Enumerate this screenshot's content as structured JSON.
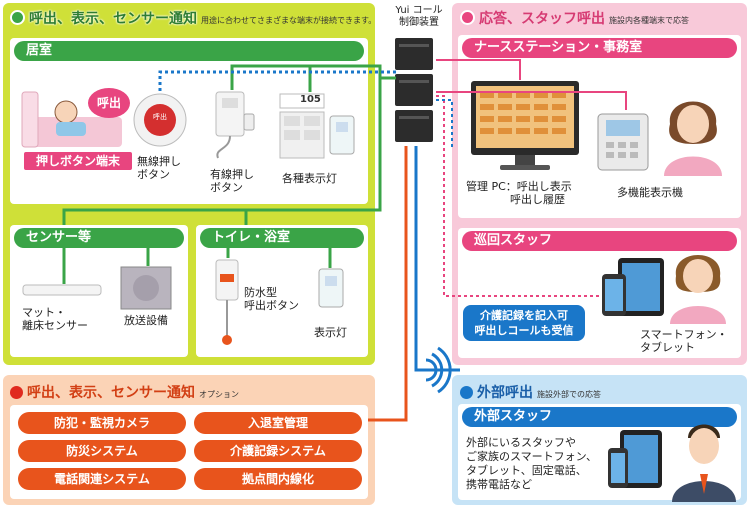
{
  "header_yui": "Yui コール\n制御装置",
  "left_panel": {
    "title": "呼出、表示、センサー通知",
    "subtitle": "用途に合わせてさまざまな端末が接続できます。",
    "room": {
      "title": "居室",
      "call_bubble": "呼出",
      "push_terminal": "押しボタン端末",
      "wireless_button": "無線押し\nボタン",
      "wired_button": "有線押し\nボタン",
      "display_lamp": "各種表示灯",
      "room_number": "105"
    },
    "sensor": {
      "title": "センサー等",
      "mat_sensor": "マット・\n離床センサー",
      "speaker": "放送設備"
    },
    "toilet": {
      "title": "トイレ・浴室",
      "waterproof_button": "防水型\n呼出ボタン",
      "display_lamp": "表示灯"
    }
  },
  "option_panel": {
    "title": "呼出、表示、センサー通知",
    "subtitle": "オプション",
    "items": [
      "防犯・監視カメラ",
      "入退室管理",
      "防災システム",
      "介護記録システム",
      "電話関連システム",
      "拠点間内線化"
    ]
  },
  "right_panel": {
    "title": "応答、スタッフ呼出",
    "subtitle": "施設内各種端末で応答",
    "nurse": {
      "title": "ナースステーション・事務室",
      "pc_label": "管理 PC：呼出し表示\n　　　　呼出し履歴",
      "phone_label": "多機能表示機"
    },
    "patrol": {
      "title": "巡回スタッフ",
      "bubble": "介護記録を記入可\n呼出しコールも受信",
      "device_label": "スマートフォン・\nタブレット"
    }
  },
  "external_panel": {
    "title": "外部呼出",
    "subtitle": "施設外部での応答",
    "card_title": "外部スタッフ",
    "desc": "外部にいるスタッフや\nご家族のスマートフォン、\nタブレット、固定電話、\n携帯電話など"
  },
  "colors": {
    "green": "#3aa447",
    "lime": "#cfe038",
    "pink": "#e8457f",
    "pink_bg": "#f8c9d9",
    "orange": "#e8541c",
    "orange_bg": "#fbd3b6",
    "blue": "#1a77c9",
    "blue_bg": "#c6e3f6"
  }
}
